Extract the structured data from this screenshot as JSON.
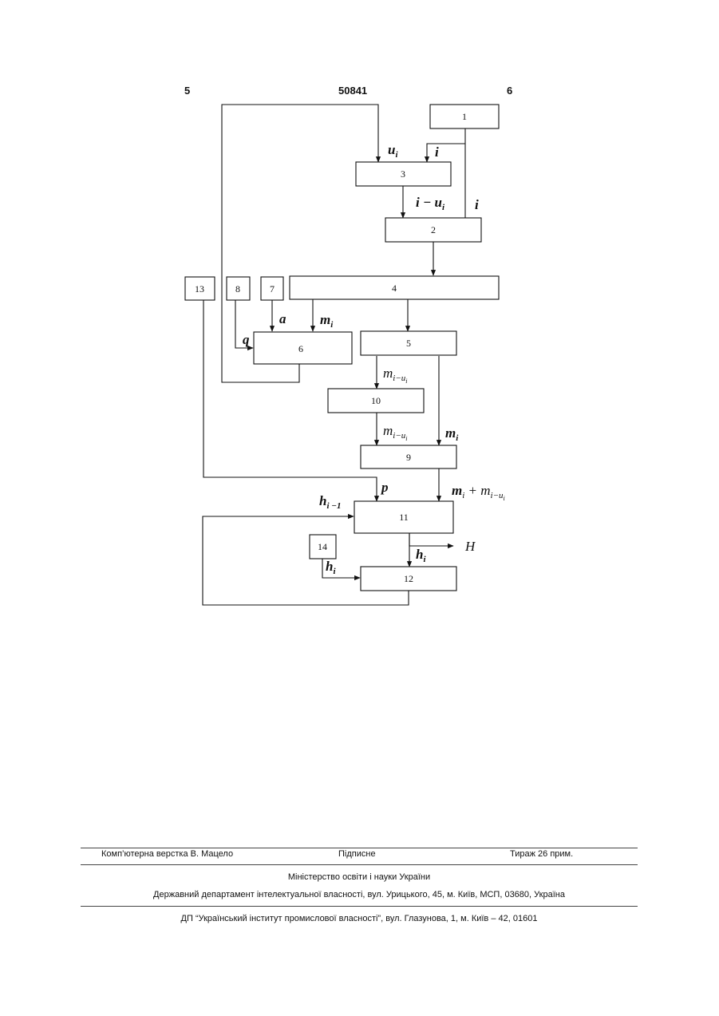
{
  "header": {
    "page_left": "5",
    "patent_number": "50841",
    "page_right": "6"
  },
  "diagram": {
    "blocks": [
      {
        "id": "b1",
        "label": "1"
      },
      {
        "id": "b2",
        "label": "2"
      },
      {
        "id": "b3",
        "label": "3"
      },
      {
        "id": "b4",
        "label": "4"
      },
      {
        "id": "b5",
        "label": "5"
      },
      {
        "id": "b6",
        "label": "6"
      },
      {
        "id": "b7",
        "label": "7"
      },
      {
        "id": "b8",
        "label": "8"
      },
      {
        "id": "b9",
        "label": "9"
      },
      {
        "id": "b10",
        "label": "10"
      },
      {
        "id": "b11",
        "label": "11"
      },
      {
        "id": "b12",
        "label": "12"
      },
      {
        "id": "b13",
        "label": "13"
      },
      {
        "id": "b14",
        "label": "14"
      }
    ],
    "signals": {
      "u_i": "u",
      "u_i_sub": "i",
      "i_to_3": "i",
      "i_minus_u": "i − u",
      "i_minus_u_sub": "i",
      "i_to_2": "i",
      "a": "a",
      "m_i": "m",
      "m_i_sub": "i",
      "q": "q",
      "m_i_minus_u_1": "m",
      "m_i_minus_u_1_sub": "i−u",
      "m_i_minus_u_1_subsub": "i",
      "m_i_minus_u_2": "m",
      "m_i_minus_u_2_sub": "i−u",
      "m_i_minus_u_2_subsub": "i",
      "m_i_to_9": "m",
      "m_i_to_9_sub": "i",
      "p": "p",
      "sum": "m",
      "sum_sub": "i",
      "sum_plus": " + m",
      "sum_sub2": "i−u",
      "sum_subsub": "i",
      "h_prev": "h",
      "h_prev_sub": "i −1",
      "H": "H",
      "h_i_out": "h",
      "h_i_out_sub": "i",
      "h_i_14": "h",
      "h_i_14_sub": "i"
    }
  },
  "footer": {
    "layout": "Комп’ютерна верстка В. Мацело",
    "signed": "Підписне",
    "print_run": "Тираж 26 прим.",
    "ministry": "Міністерство освіти і науки України",
    "department": "Державний департамент інтелектуальної власності, вул. Урицького, 45, м. Київ, МСП, 03680, Україна",
    "institute": "ДП “Український інститут промислової власності”, вул. Глазунова, 1, м. Київ – 42, 01601"
  }
}
